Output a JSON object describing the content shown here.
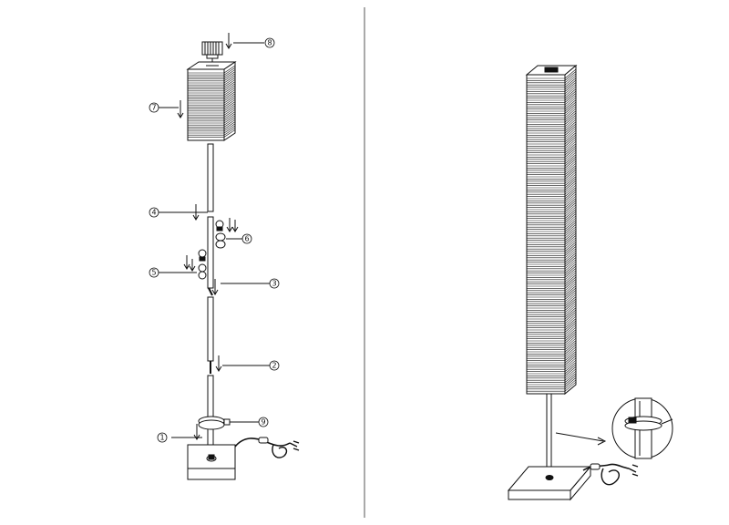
{
  "diagram": {
    "callouts": [
      {
        "id": "c8",
        "label": "⑧",
        "part": "8"
      },
      {
        "id": "c7",
        "label": "⑦",
        "part": "7"
      },
      {
        "id": "c4",
        "label": "④",
        "part": "4"
      },
      {
        "id": "c6",
        "label": "⑥",
        "part": "6"
      },
      {
        "id": "c5",
        "label": "⑤",
        "part": "5"
      },
      {
        "id": "c3",
        "label": "③",
        "part": "3"
      },
      {
        "id": "c2",
        "label": "②",
        "part": "2"
      },
      {
        "id": "c9",
        "label": "⑨",
        "part": "9"
      },
      {
        "id": "c1",
        "label": "①",
        "part": "1"
      }
    ],
    "colors": {
      "line": "#111111",
      "background": "#ffffff",
      "divider": "#444444"
    }
  }
}
